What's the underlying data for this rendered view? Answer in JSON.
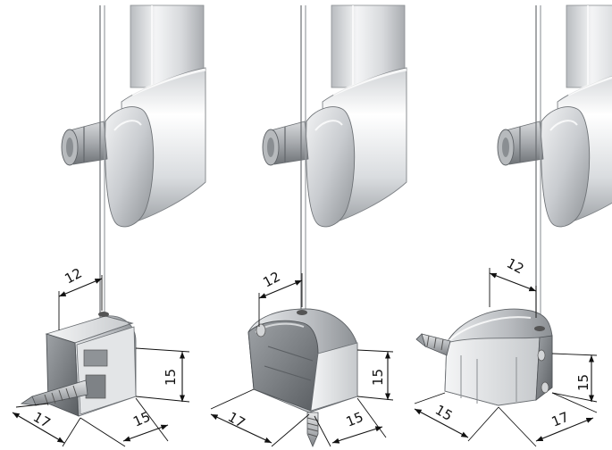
{
  "figure": {
    "panels": [
      {
        "name": "left",
        "dimensions": {
          "top": "12",
          "height": "15",
          "front": "15",
          "side": "17"
        }
      },
      {
        "name": "middle",
        "dimensions": {
          "top": "12",
          "height": "15",
          "front": "15",
          "side": "17"
        }
      },
      {
        "name": "right",
        "dimensions": {
          "top": "12",
          "height": "15",
          "front": "17",
          "side": "15"
        }
      }
    ]
  }
}
